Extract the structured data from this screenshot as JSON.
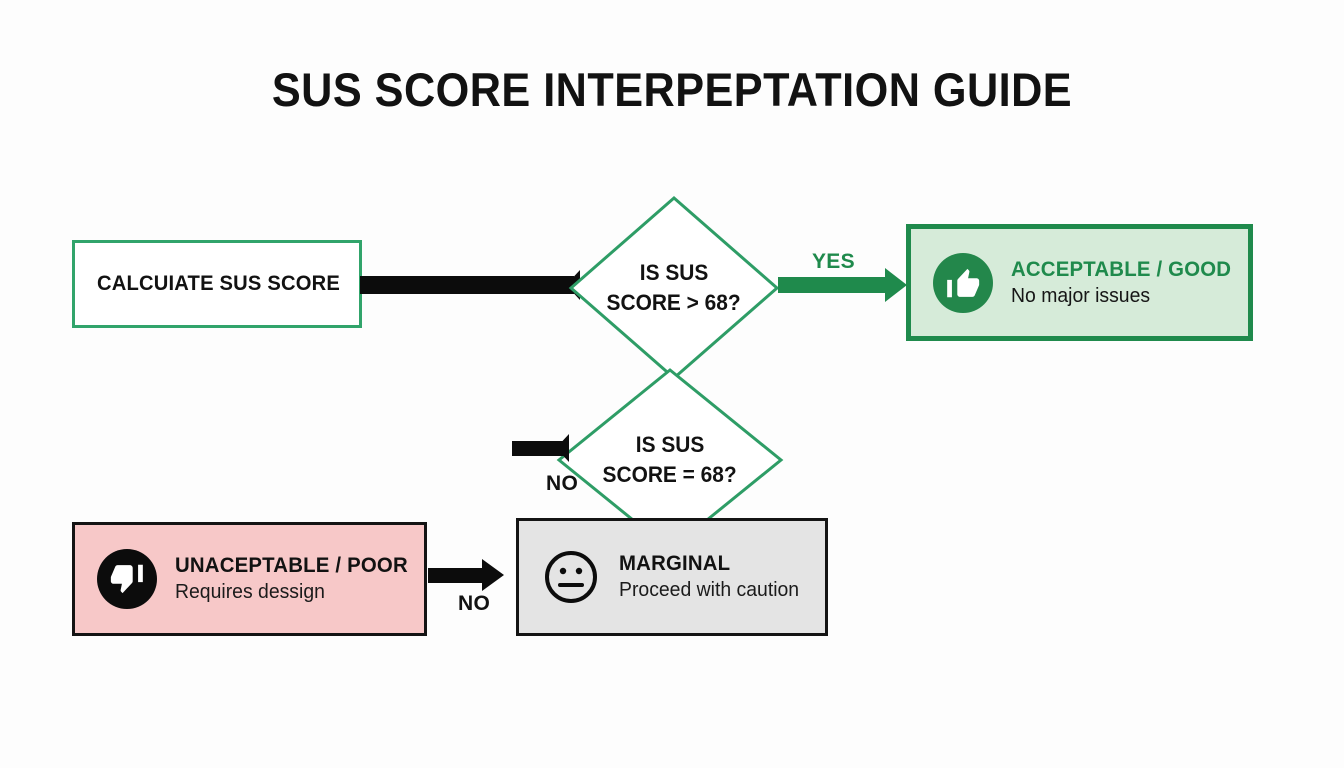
{
  "title": "SUS SCORE INTERPEPTATION GUIDE",
  "colors": {
    "background": "#fdfdfd",
    "green_accent": "#1f8a4c",
    "green_border": "#31a46b",
    "green_fill": "#d6ebd9",
    "red_fill": "#f7c8c8",
    "grey_fill": "#e4e4e4",
    "black": "#0c0c0c"
  },
  "start": {
    "label": "CALCUIATE SUS SCORE"
  },
  "decisions": [
    {
      "id": "decision-sus-greater-68",
      "line1": "IS SUS",
      "line2": "SCORE > 68?"
    },
    {
      "id": "decision-sus-equals-68",
      "line1": "IS SUS",
      "line2": "SCORE = 68?"
    }
  ],
  "edges": {
    "yes_label": "YES",
    "no_label_upper": "NO",
    "no_label_lower": "NO"
  },
  "outcomes": [
    {
      "id": "outcome-acceptable-good",
      "icon": "thumbs-up-icon",
      "heading": "ACCEPTABLE / GOOD",
      "subtext": "No major issues"
    },
    {
      "id": "outcome-unacceptable-poor",
      "icon": "thumbs-down-icon",
      "heading": "UNACEPTABLE / POOR",
      "subtext": "Requires dessign"
    },
    {
      "id": "outcome-marginal",
      "icon": "neutral-face-icon",
      "heading": "MARGINAL",
      "subtext": "Proceed with caution"
    }
  ]
}
